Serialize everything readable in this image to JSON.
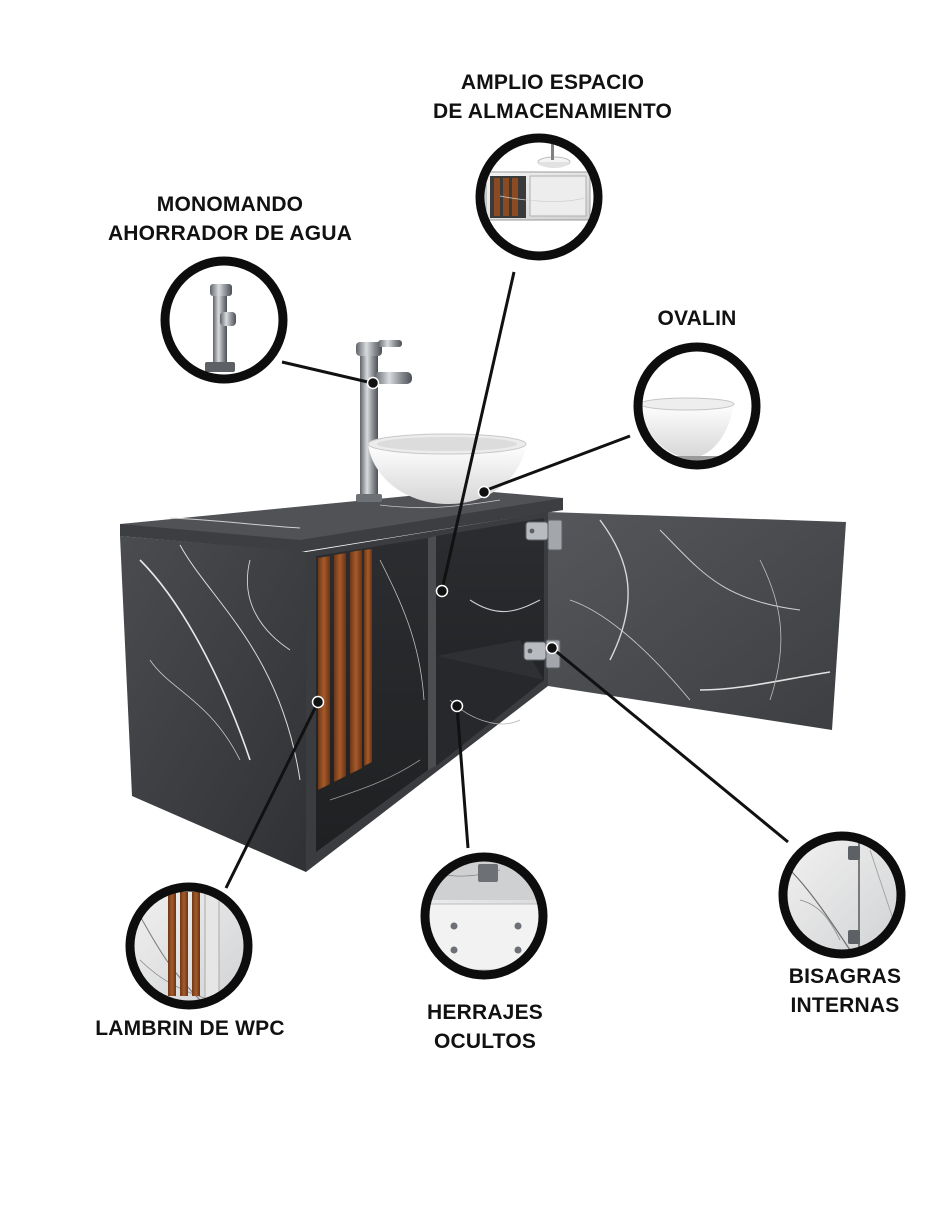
{
  "callouts": {
    "storage": {
      "line1": "AMPLIO ESPACIO",
      "line2": "DE ALMACENAMIENTO",
      "icon": "storage-space-icon"
    },
    "faucet": {
      "line1": "MONOMANDO",
      "line2": "AHORRADOR DE AGUA",
      "icon": "faucet-icon"
    },
    "basin": {
      "line1": "OVALIN",
      "icon": "vessel-sink-icon"
    },
    "panel": {
      "line1": "LAMBRIN DE WPC",
      "icon": "wood-slat-panel-icon"
    },
    "hardware": {
      "line1": "HERRAJES",
      "line2": "OCULTOS",
      "icon": "hidden-hardware-icon"
    },
    "hinges": {
      "line1": "BISAGRAS",
      "line2": "INTERNAS",
      "icon": "hinge-icon"
    }
  },
  "colors": {
    "background": "#ffffff",
    "marble_dark": "#3a3c3f",
    "marble_veins": "#e6e6e6",
    "wood_slats": "#8a4a22",
    "ring": "#0d0d0d",
    "ceramic": "#f4f4f4",
    "chrome": "#9a9ea3"
  }
}
